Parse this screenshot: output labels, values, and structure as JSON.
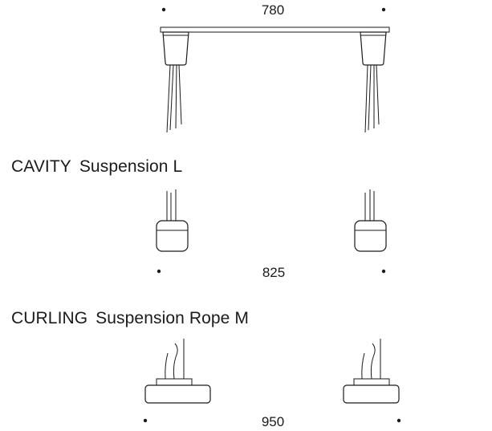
{
  "figure_1": {
    "dimension": "780"
  },
  "section_cavity": {
    "title_brand": "CAVITY",
    "title_rest": "Suspension L",
    "dimension": "825"
  },
  "section_curling": {
    "title_brand": "CURLING",
    "title_rest": "Suspension Rope M",
    "dimension": "950"
  },
  "colors": {
    "line": "#1a1a1a",
    "background": "#ffffff"
  }
}
